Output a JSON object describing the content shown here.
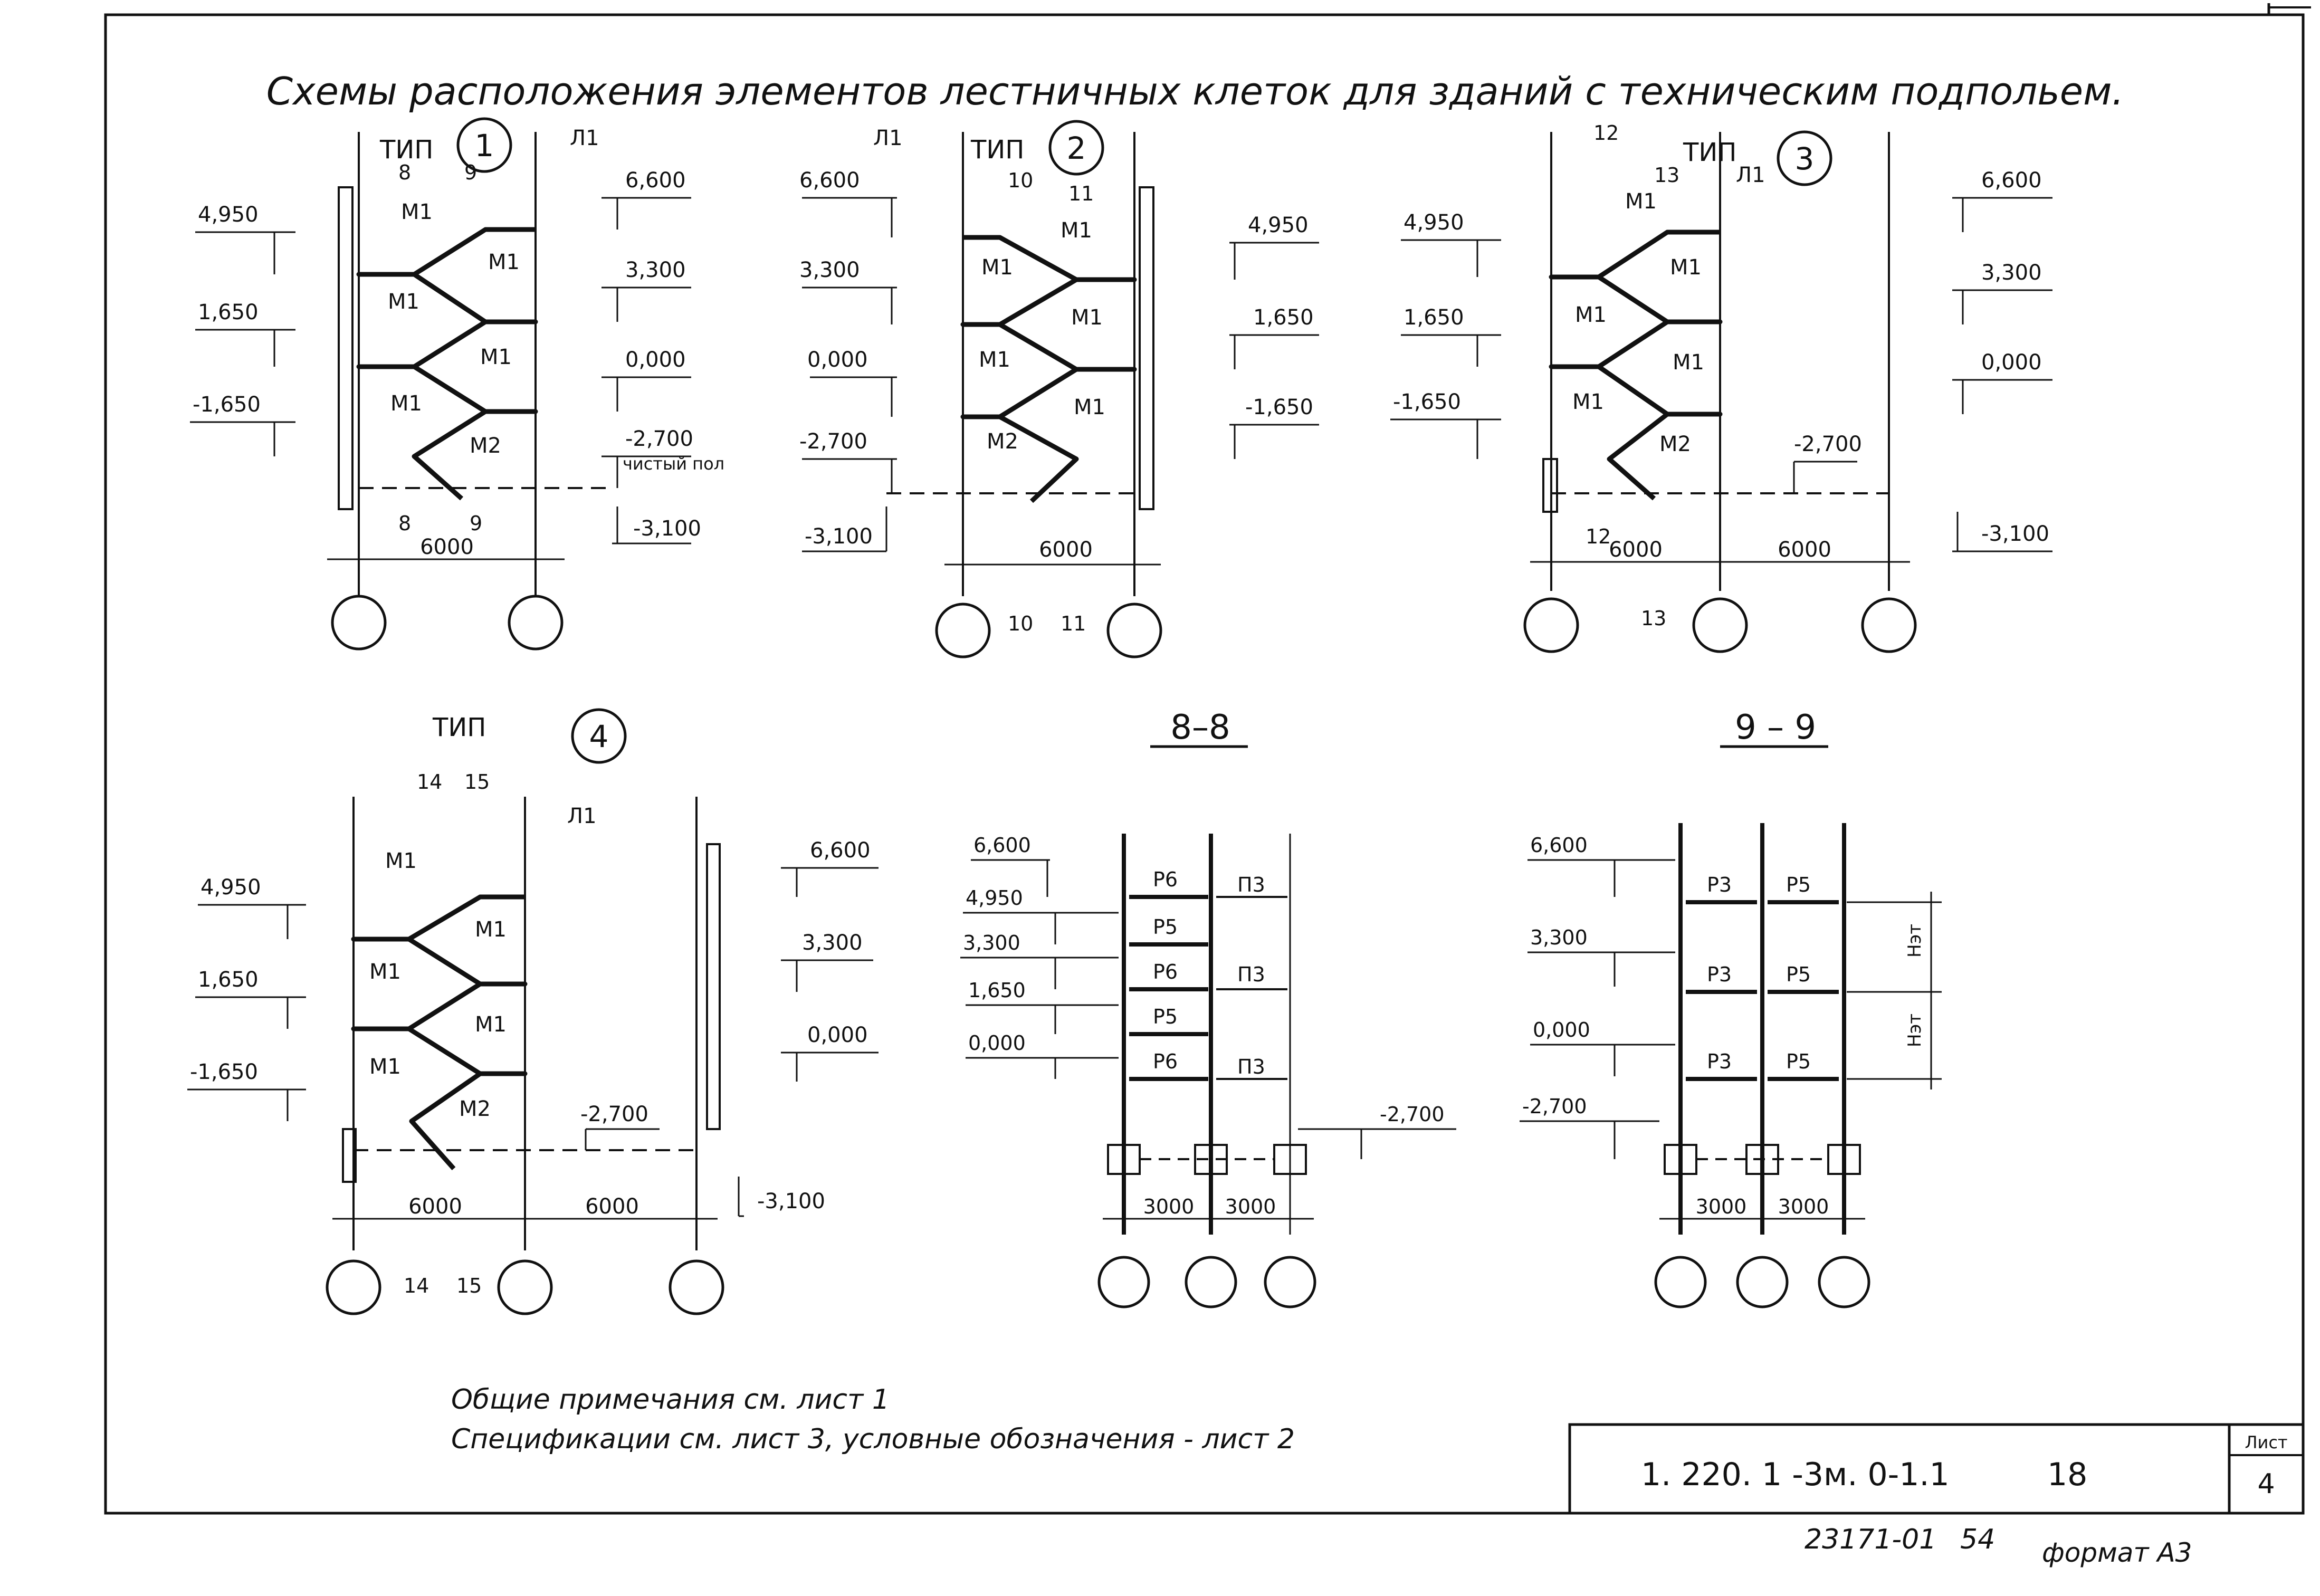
{
  "title": "Схемы расположения элементов лестничных клеток для зданий с техническим подпольем.",
  "type_word": "ТИП",
  "types": [
    {
      "num": "1",
      "dims": [
        "6000"
      ],
      "cuts": [
        "8",
        "9"
      ],
      "marks_left": [
        "4,950",
        "1,650",
        "-1,650"
      ],
      "marks_right": [
        "6,600",
        "3,300",
        "0,000",
        "-2,700",
        "-3,100"
      ],
      "floor_note": "чистый пол",
      "marches": [
        "М1",
        "М1",
        "М1",
        "М1",
        "М1",
        "М2"
      ],
      "landing": "Л1"
    },
    {
      "num": "2",
      "dims": [
        "6000"
      ],
      "cuts": [
        "10",
        "11"
      ],
      "marks_left": [
        "6,600",
        "3,300",
        "0,000",
        "-2,700",
        "-3,100"
      ],
      "marks_right": [
        "4,950",
        "1,650",
        "-1,650"
      ],
      "marches": [
        "М1",
        "М1",
        "М1",
        "М1",
        "М1",
        "М2"
      ],
      "landing": "Л1"
    },
    {
      "num": "3",
      "dims": [
        "6000",
        "6000"
      ],
      "cuts": [
        "12",
        "13"
      ],
      "marks_left": [
        "4,950",
        "1,650",
        "-1,650"
      ],
      "marks_right": [
        "6,600",
        "3,300",
        "0,000",
        "-2,700",
        "-3,100"
      ],
      "marches": [
        "М1",
        "М1",
        "М1",
        "М1",
        "М1",
        "М2"
      ],
      "landing": "Л1"
    },
    {
      "num": "4",
      "dims": [
        "6000",
        "6000"
      ],
      "cuts": [
        "14",
        "15"
      ],
      "marks_left": [
        "4,950",
        "1,650",
        "-1,650"
      ],
      "marks_right": [
        "6,600",
        "3,300",
        "0,000",
        "-2,700",
        "-3,100"
      ],
      "marches": [
        "М1",
        "М1",
        "М1",
        "М1",
        "М1",
        "М2"
      ],
      "landing": "Л1"
    }
  ],
  "section_8": {
    "title": "8–8",
    "marks": [
      "6,600",
      "4,950",
      "3,300",
      "1,650",
      "0,000",
      "-2,700"
    ],
    "left_labels": [
      "Р6",
      "Р5",
      "Р6",
      "Р5",
      "Р6"
    ],
    "right_labels": [
      "П3",
      "П3",
      "П3"
    ],
    "dims": [
      "3000",
      "3000"
    ]
  },
  "section_9": {
    "title": "9 – 9",
    "marks": [
      "6,600",
      "3,300",
      "0,000",
      "-2,700"
    ],
    "left_labels": [
      "Р3",
      "Р3",
      "Р3"
    ],
    "right_labels": [
      "Р5",
      "Р5",
      "Р5"
    ],
    "height_label": "Нэт",
    "dims": [
      "3000",
      "3000"
    ]
  },
  "notes": [
    "Общие примечания см. лист 1",
    "Спецификации см. лист 3, условные обозначения - лист 2"
  ],
  "stamp": {
    "code": "1. 220. 1 -3м. 0-1.1",
    "page_no": "18",
    "sheet_label": "Лист",
    "sheet_no": "4"
  },
  "below_stamp": {
    "inventory": "23171-01",
    "number": "54",
    "format": "формат А3"
  }
}
